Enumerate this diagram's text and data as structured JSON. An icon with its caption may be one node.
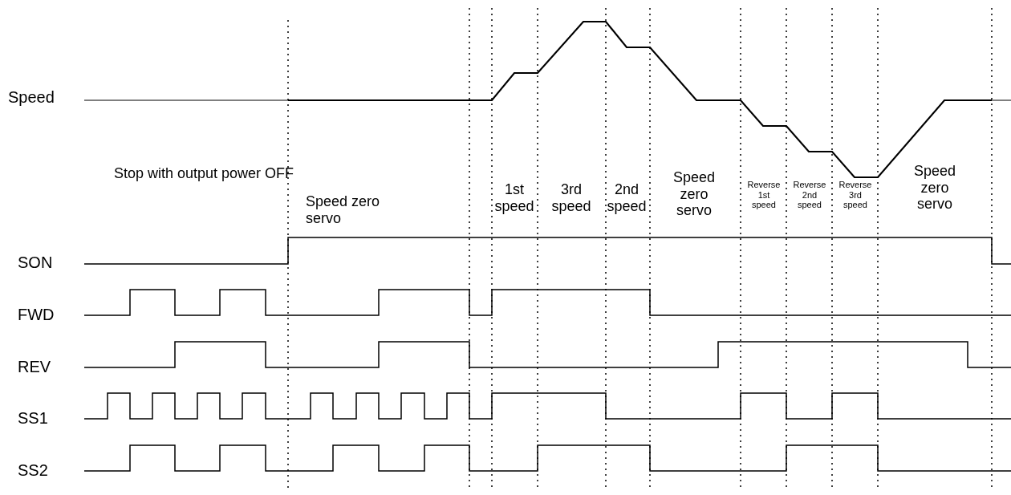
{
  "diagram": {
    "labels": [
      "Speed",
      "Stop with output power OFF",
      "Speed zero servo",
      "1st speed",
      "3rd speed",
      "2nd speed",
      "Speed zero servo",
      "Reverse 1st speed",
      "Reverse 2nd speed",
      "Reverse 3rd speed",
      "Speed zero servo",
      "SON",
      "FWD",
      "REV",
      "SS1",
      "SS2"
    ]
  }
}
